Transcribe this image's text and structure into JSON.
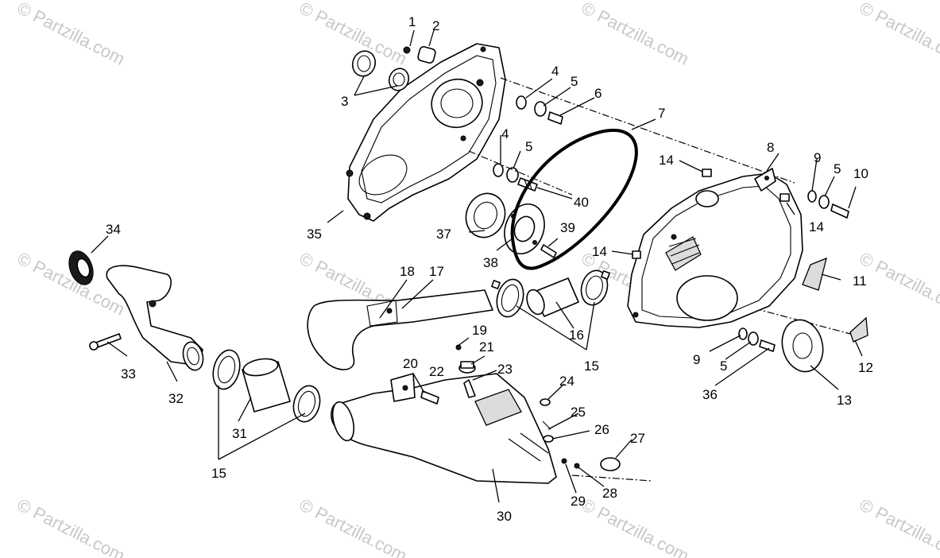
{
  "diagram": {
    "watermark": "© Partzilla.com",
    "callouts": [
      "1",
      "2",
      "3",
      "4",
      "5",
      "6",
      "7",
      "8",
      "9",
      "10",
      "11",
      "12",
      "13",
      "14",
      "15",
      "16",
      "17",
      "18",
      "19",
      "20",
      "21",
      "22",
      "23",
      "24",
      "25",
      "26",
      "27",
      "28",
      "29",
      "30",
      "31",
      "32",
      "33",
      "34",
      "35",
      "36",
      "37",
      "38",
      "39",
      "40"
    ]
  }
}
